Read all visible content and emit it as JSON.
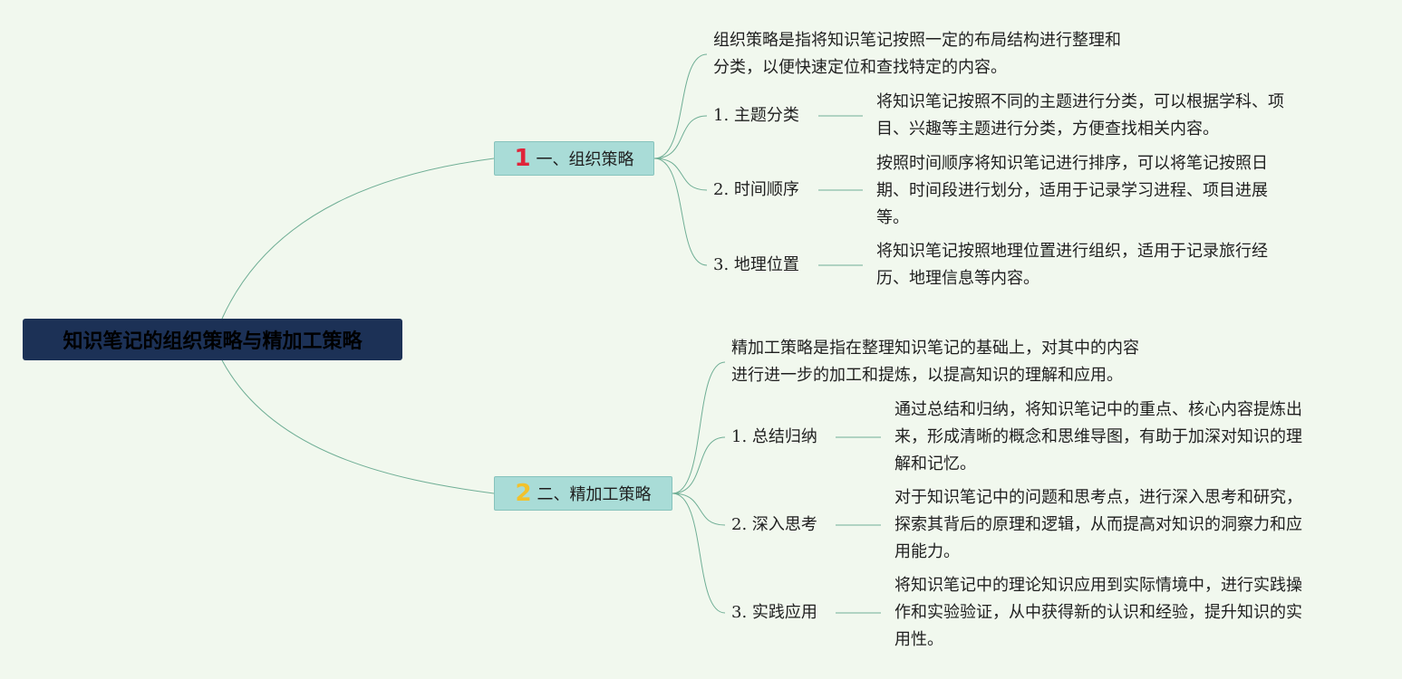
{
  "root": {
    "title": "知识笔记的组织策略与精加工策略"
  },
  "branches": [
    {
      "num": "1",
      "title": "一、组织策略",
      "desc_lines": [
        "组织策略是指将知识笔记按照一定的布局结构进行整理和",
        "分类，以便快速定位和查找特定的内容。"
      ],
      "items": [
        {
          "label": "1. 主题分类",
          "text_lines": [
            "将知识笔记按照不同的主题进行分类，可以根据学科、项",
            "目、兴趣等主题进行分类，方便查找相关内容。"
          ]
        },
        {
          "label": "2. 时间顺序",
          "text_lines": [
            "按照时间顺序将知识笔记进行排序，可以将笔记按照日",
            "期、时间段进行划分，适用于记录学习进程、项目进展",
            "等。"
          ]
        },
        {
          "label": "3. 地理位置",
          "text_lines": [
            "将知识笔记按照地理位置进行组织，适用于记录旅行经",
            "历、地理信息等内容。"
          ]
        }
      ]
    },
    {
      "num": "2",
      "title": "二、精加工策略",
      "desc_lines": [
        "精加工策略是指在整理知识笔记的基础上，对其中的内容",
        "进行进一步的加工和提炼，以提高知识的理解和应用。"
      ],
      "items": [
        {
          "label": "1. 总结归纳",
          "text_lines": [
            "通过总结和归纳，将知识笔记中的重点、核心内容提炼出",
            "来，形成清晰的概念和思维导图，有助于加深对知识的理",
            "解和记忆。"
          ]
        },
        {
          "label": "2. 深入思考",
          "text_lines": [
            "对于知识笔记中的问题和思考点，进行深入思考和研究，",
            "探索其背后的原理和逻辑，从而提高对知识的洞察力和应",
            "用能力。"
          ]
        },
        {
          "label": "3. 实践应用",
          "text_lines": [
            "将知识笔记中的理论知识应用到实际情境中，进行实践操",
            "作和实验验证，从中获得新的认识和经验，提升知识的实",
            "用性。"
          ]
        }
      ]
    }
  ],
  "colors": {
    "background": "#f1f8ee",
    "root_fill": "#1c3156",
    "branch_fill": "#a9dcd7",
    "connector": "#6fae95",
    "num1": "#e0243a",
    "num2": "#f2c22c"
  }
}
